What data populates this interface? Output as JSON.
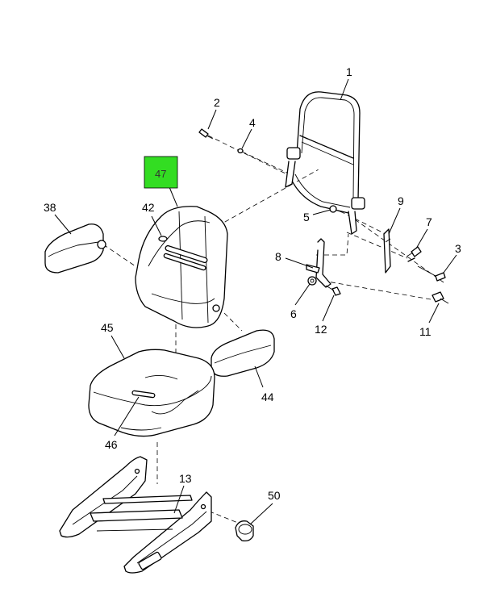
{
  "highlight_color": "#33dd22",
  "callouts": {
    "c1": "1",
    "c2": "2",
    "c3": "3",
    "c4": "4",
    "c5": "5",
    "c6": "6",
    "c7": "7",
    "c8": "8",
    "c9": "9",
    "c11": "11",
    "c12": "12",
    "c13": "13",
    "c38": "38",
    "c42": "42",
    "c44": "44",
    "c45": "45",
    "c46": "46",
    "c47": "47",
    "c50": "50"
  }
}
